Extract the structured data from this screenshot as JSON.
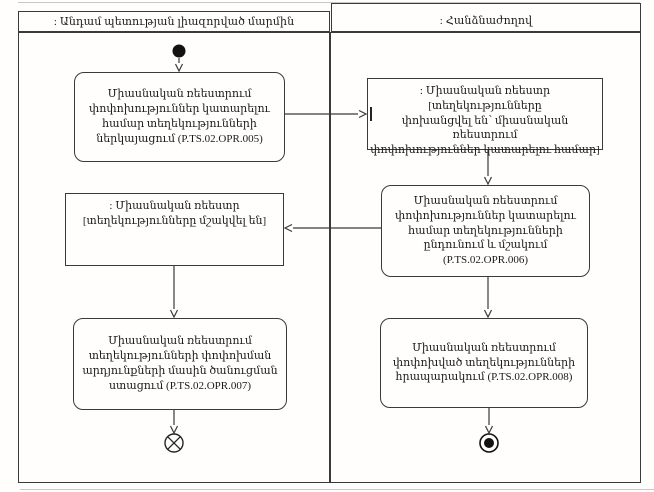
{
  "diagram": {
    "type": "uml-activity-swimlane",
    "lanes": [
      {
        "title": ": Անդամ պետության լիազորված մարմին"
      },
      {
        "title": ": Հանձնաժողով"
      }
    ],
    "nodes": {
      "action_opr005": {
        "kind": "action",
        "lane": 0,
        "text": "Միասնական ռեեստրում\nփոփոխություններ կատարելու\nհամար տեղեկությունների\nներկայացում (P.TS.02.OPR.005)"
      },
      "object_transferred": {
        "kind": "object",
        "lane": 1,
        "text": ": Միասնական ռեեստր [տեղեկությունները\nփոխանցվել են՝ միասնական ռեեստրում\nփոփոխություններ կատարելու համար]"
      },
      "action_opr006": {
        "kind": "action",
        "lane": 1,
        "text": "Միասնական ռեեստրում\nփոփոխություններ կատարելու\nհամար տեղեկությունների\nընդունում և մշակում\n(P.TS.02.OPR.006)"
      },
      "object_processed": {
        "kind": "object",
        "lane": 0,
        "text": ": Միասնական ռեեստր\n[տեղեկությունները մշակվել են]"
      },
      "action_opr007": {
        "kind": "action",
        "lane": 0,
        "text": "Միասնական ռեեստրում\nտեղեկությունների փոփոխման\nարդյունքների մասին ծանուցման\nստացում (P.TS.02.OPR.007)"
      },
      "action_opr008": {
        "kind": "action",
        "lane": 1,
        "text": "Միասնական ռեեստրում\nփոփոխված տեղեկությունների\nհրապարակում (P.TS.02.OPR.008)"
      },
      "initial_node": {
        "kind": "initial"
      },
      "flow_final_node": {
        "kind": "flow-final"
      },
      "activity_final_node": {
        "kind": "activity-final"
      }
    },
    "edges": [
      "initial → action_opr005",
      "action_opr005 → object_transferred",
      "object_transferred → action_opr006",
      "action_opr006 → object_processed",
      "object_processed → action_opr007",
      "action_opr007 → flow_final",
      "action_opr006 → action_opr008",
      "action_opr008 → activity_final"
    ],
    "colors": {
      "line": "#3a3a3a",
      "text": "#1b1b1b",
      "background": "#fffefd",
      "faint_line": "#c9c9c9"
    }
  }
}
